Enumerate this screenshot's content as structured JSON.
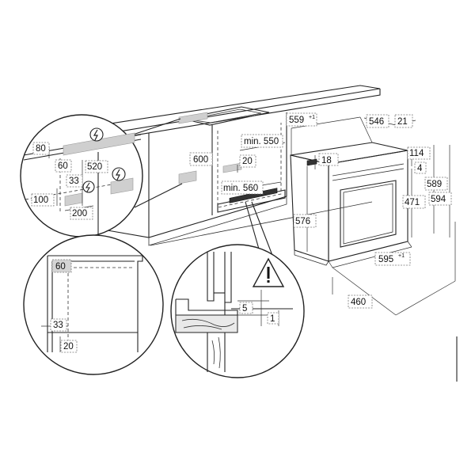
{
  "labels": {
    "d559": "559",
    "d559_tol": "+1",
    "d546": "546",
    "d21": "21",
    "d114": "114",
    "d4": "4",
    "d18": "18",
    "d589": "589",
    "d594": "594",
    "d471": "471",
    "d576": "576",
    "d595": "595",
    "d595_tol": "+1",
    "d460": "460",
    "d600": "600",
    "min550": "min. 550",
    "d20_cab": "20",
    "min560": "min. 560",
    "d80": "80",
    "d60_tl": "60",
    "d520": "520",
    "d33_tl": "33",
    "d100": "100",
    "d200": "200",
    "d60_bl": "60",
    "d33_bl": "33",
    "d20_bl": "20",
    "d5": "5",
    "d1": "1"
  },
  "icons": [
    "electric-hazard-icon",
    "warning-triangle-icon"
  ],
  "colors": {
    "line": "#222222",
    "label_box_fill": "#ffffff",
    "label_box_highlight": "#d4d4d4",
    "shading": "#cfcfcf"
  }
}
